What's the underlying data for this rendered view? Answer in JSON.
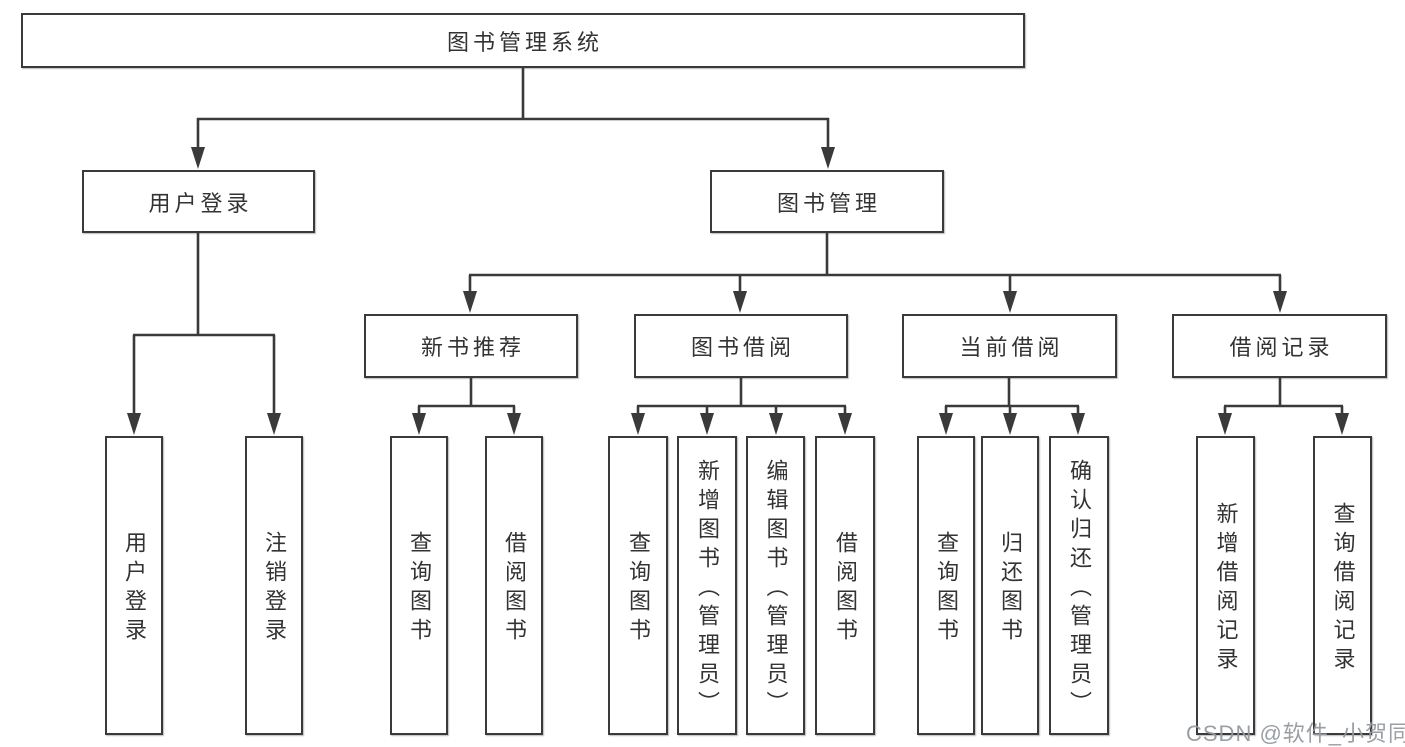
{
  "colors": {
    "line": "#3a3a3a",
    "box_border": "#3a3a3a",
    "box_fill": "#ffffff",
    "text": "#333333",
    "watermark": "#949aa0"
  },
  "diagram": {
    "type": "hierarchy-tree",
    "root": {
      "label": "图书管理系统",
      "children": [
        {
          "label": "用户登录",
          "children": [
            {
              "label": "用户登录"
            },
            {
              "label": "注销登录"
            }
          ]
        },
        {
          "label": "图书管理",
          "children": [
            {
              "label": "新书推荐",
              "children": [
                {
                  "label": "查询图书"
                },
                {
                  "label": "借阅图书"
                }
              ]
            },
            {
              "label": "图书借阅",
              "children": [
                {
                  "label": "查询图书"
                },
                {
                  "label": "新增图书（管理员）"
                },
                {
                  "label": "编辑图书（管理员）"
                },
                {
                  "label": "借阅图书"
                }
              ]
            },
            {
              "label": "当前借阅",
              "children": [
                {
                  "label": "查询图书"
                },
                {
                  "label": "归还图书"
                },
                {
                  "label": "确认归还（管理员）"
                }
              ]
            },
            {
              "label": "借阅记录",
              "children": [
                {
                  "label": "新增借阅记录"
                },
                {
                  "label": "查询借阅记录"
                }
              ]
            }
          ]
        }
      ]
    }
  },
  "watermark": {
    "text": "CSDN @软件_小贺同学"
  }
}
